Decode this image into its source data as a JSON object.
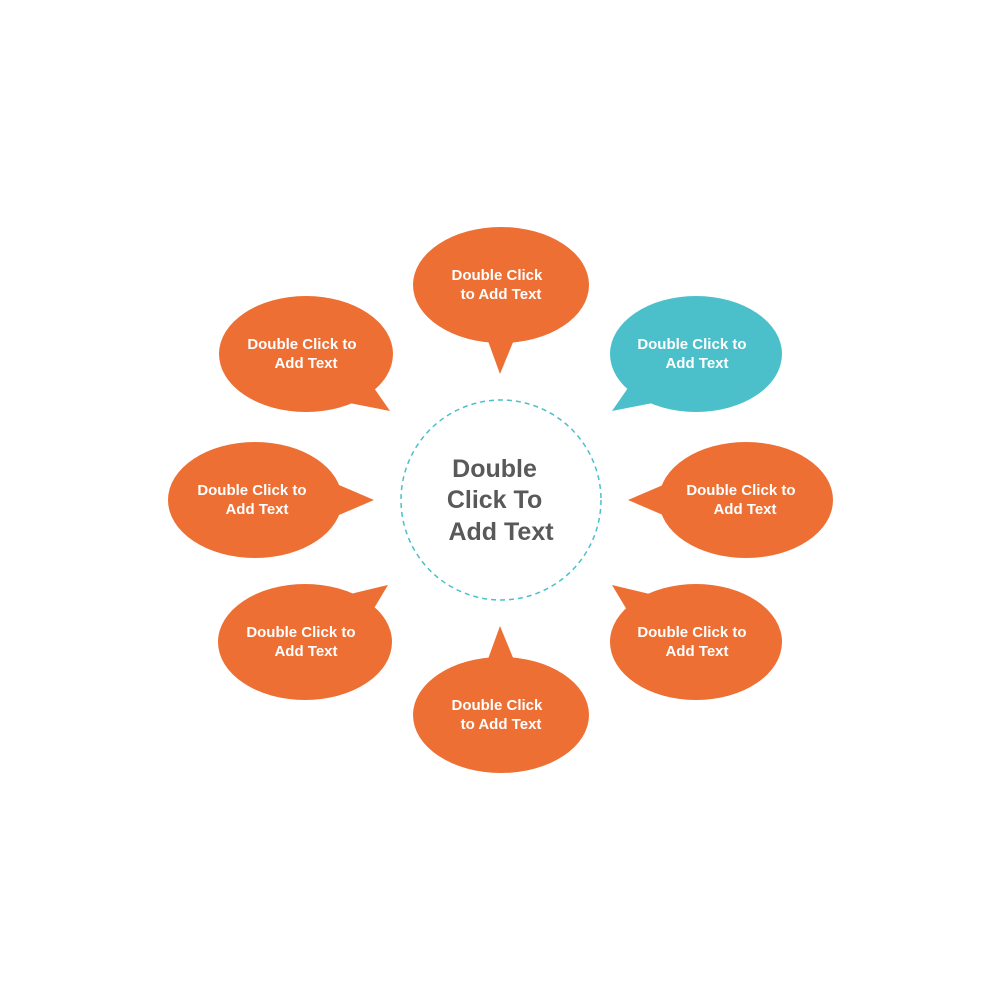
{
  "colors": {
    "bubble_orange": "#ED6F33",
    "bubble_teal": "#4BC0CA",
    "bubble_text": "#FFFFFF",
    "center_text": "#595959",
    "center_border": "#4BC0CA"
  },
  "center": {
    "lines": [
      "Double",
      "Click To",
      "Add Text"
    ]
  },
  "bubbles": [
    {
      "lines": [
        "Double Click",
        "to Add Text"
      ],
      "color": "#ED6F33"
    },
    {
      "lines": [
        "Double Click to",
        "Add Text"
      ],
      "color": "#4BC0CA"
    },
    {
      "lines": [
        "Double Click to",
        "Add Text"
      ],
      "color": "#ED6F33"
    },
    {
      "lines": [
        "Double Click to",
        "Add Text"
      ],
      "color": "#ED6F33"
    },
    {
      "lines": [
        "Double Click",
        "to Add Text"
      ],
      "color": "#ED6F33"
    },
    {
      "lines": [
        "Double Click to",
        "Add Text"
      ],
      "color": "#ED6F33"
    },
    {
      "lines": [
        "Double Click to",
        "Add Text"
      ],
      "color": "#ED6F33"
    },
    {
      "lines": [
        "Double Click to",
        "Add Text"
      ],
      "color": "#ED6F33"
    }
  ]
}
